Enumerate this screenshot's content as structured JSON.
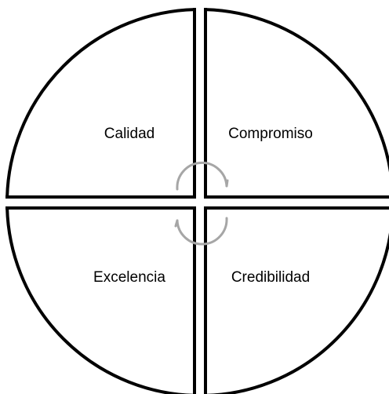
{
  "diagram": {
    "quadrants": [
      {
        "label": "Calidad"
      },
      {
        "label": "Compromiso"
      },
      {
        "label": "Excelencia"
      },
      {
        "label": "Credibilidad"
      }
    ],
    "center_symbol": "cycle-arrows-icon",
    "colors": {
      "outline": "#000000",
      "fill": "#ffffff",
      "cycle_arrows": "#a6a6a6"
    }
  }
}
